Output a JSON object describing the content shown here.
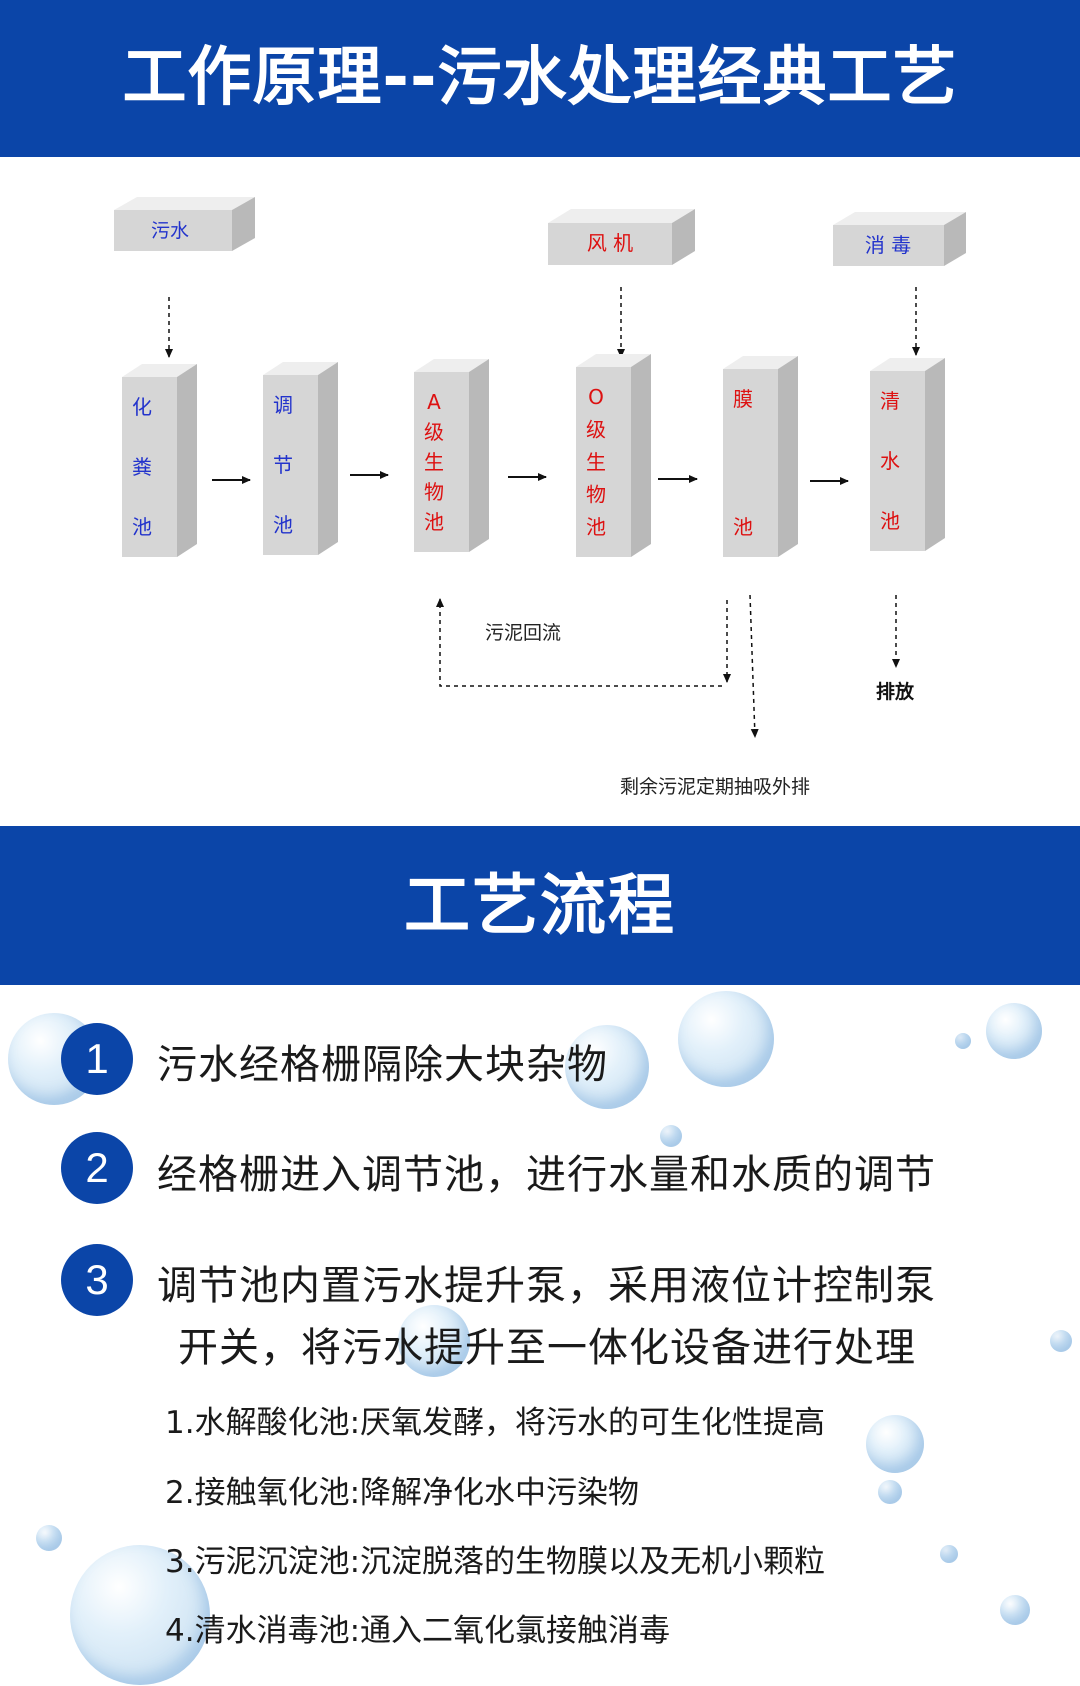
{
  "header": {
    "title": "工作原理--污水处理经典工艺"
  },
  "diagram": {
    "inputs": {
      "sewage": "污水",
      "blower": "风 机",
      "disinfection": "消 毒"
    },
    "tanks": [
      [
        "化",
        "粪",
        "池"
      ],
      [
        "调",
        "节",
        "池"
      ],
      [
        "A",
        "级",
        "生",
        "物",
        "池"
      ],
      [
        "O",
        "级",
        "生",
        "物",
        "池"
      ],
      [
        "膜",
        "池"
      ],
      [
        "清",
        "水",
        "池"
      ]
    ],
    "sludge_return": "污泥回流",
    "discharge": "排放",
    "excess_sludge": "剩余污泥定期抽吸外排",
    "colors": {
      "blue_text": "#2233cc",
      "red_text": "#dd1111"
    }
  },
  "section2": {
    "title": "工艺流程"
  },
  "steps": [
    {
      "num": "1",
      "lines": [
        "污水经格栅隔除大块杂物"
      ]
    },
    {
      "num": "2",
      "lines": [
        "经格栅进入调节池，进行水量和水质的调节"
      ]
    },
    {
      "num": "3",
      "lines": [
        "调节池内置污水提升泵，采用液位计控制泵",
        "开关，将污水提升至一体化设备进行处理"
      ]
    }
  ],
  "substeps": [
    "1.水解酸化池:厌氧发酵，将污水的可生化性提高",
    "2.接触氧化池:降解净化水中污染物",
    "3.污泥沉淀池:沉淀脱落的生物膜以及无机小颗粒",
    "4.清水消毒池:通入二氧化氯接触消毒"
  ],
  "colors": {
    "banner": "#0b45a8",
    "accent": "#0b45a8"
  }
}
